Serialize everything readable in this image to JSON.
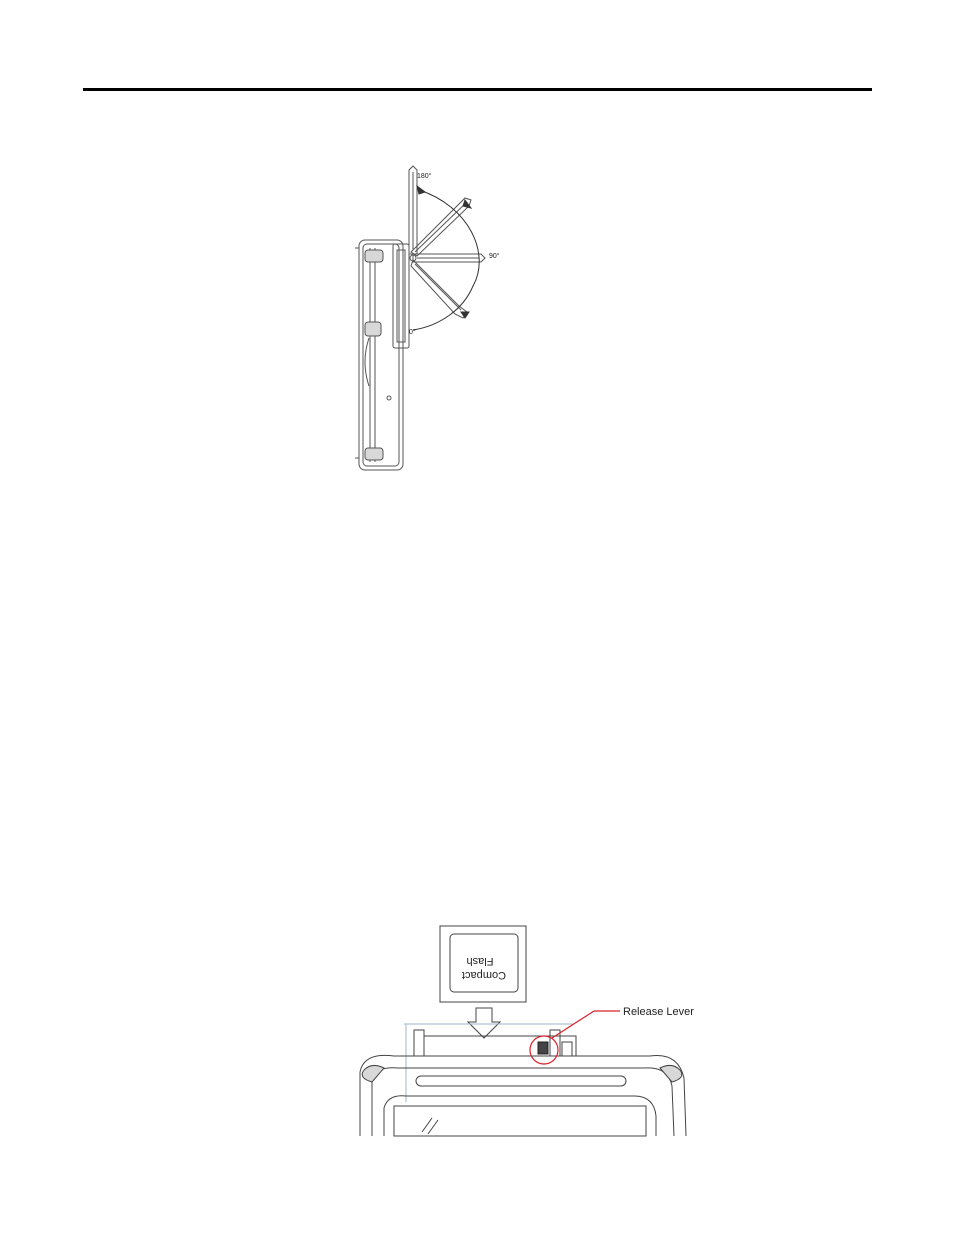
{
  "figure_hinge": {
    "angles": {
      "a180": "180°",
      "a90": "90°",
      "a0": "0°"
    },
    "icons": {
      "device": "handheld-device-side-view-icon",
      "arc": "rotation-arc-arrow-icon"
    }
  },
  "figure_compact_flash": {
    "card_label_line1": "Compact",
    "card_label_line2": "Flash",
    "callout_label": "Release Lever",
    "callout_color": "#d9202a",
    "icons": {
      "arrow": "insert-down-arrow-icon",
      "device": "handheld-device-top-view-icon"
    }
  }
}
